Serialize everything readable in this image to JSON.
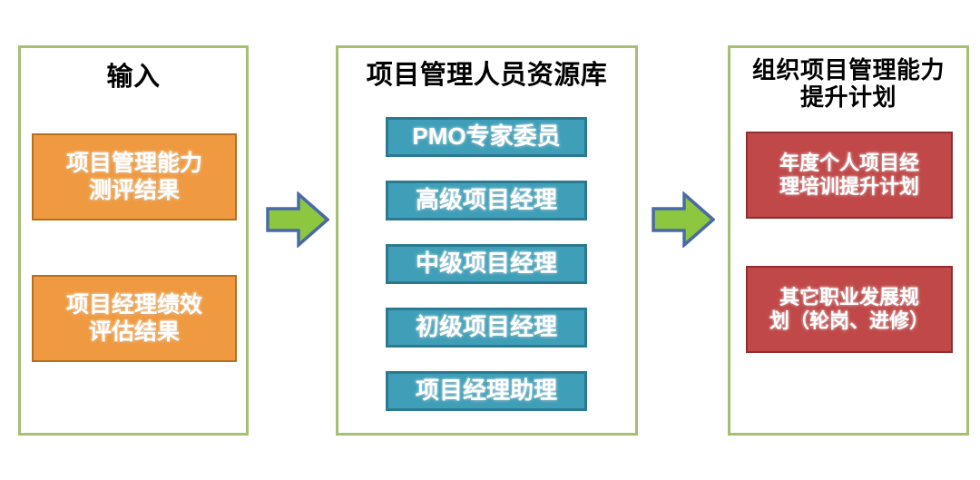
{
  "diagram": {
    "type": "process-flow",
    "background_color": "#ffffff",
    "panel_border_color": "#a6bf72",
    "arrow_fill_color": "#8dc63f",
    "arrow_border_color": "#4a6aa5"
  },
  "panels": [
    {
      "id": "input",
      "title": "输入",
      "accent_color": "#ef9a41",
      "boxes": [
        {
          "label": "项目管理能力\n测评结果"
        },
        {
          "label": "项目经理绩效\n评估结果"
        }
      ]
    },
    {
      "id": "resource-pool",
      "title": "项目管理人员资源库",
      "accent_color": "#3f9fb8",
      "boxes": [
        {
          "label": "PMO专家委员"
        },
        {
          "label": "高级项目经理"
        },
        {
          "label": "中级项目经理"
        },
        {
          "label": "初级项目经理"
        },
        {
          "label": "项目经理助理"
        }
      ]
    },
    {
      "id": "capability-plan",
      "title": "组织项目管理能力\n提升计划",
      "accent_color": "#c04848",
      "boxes": [
        {
          "label": "年度个人项目经\n理培训提升计划"
        },
        {
          "label": "其它职业发展规\n划（轮岗、进修）"
        }
      ]
    }
  ],
  "arrows": [
    {
      "id": "arrow-1",
      "direction": "right",
      "from": "input",
      "to": "resource-pool"
    },
    {
      "id": "arrow-2",
      "direction": "right",
      "from": "resource-pool",
      "to": "capability-plan"
    }
  ]
}
